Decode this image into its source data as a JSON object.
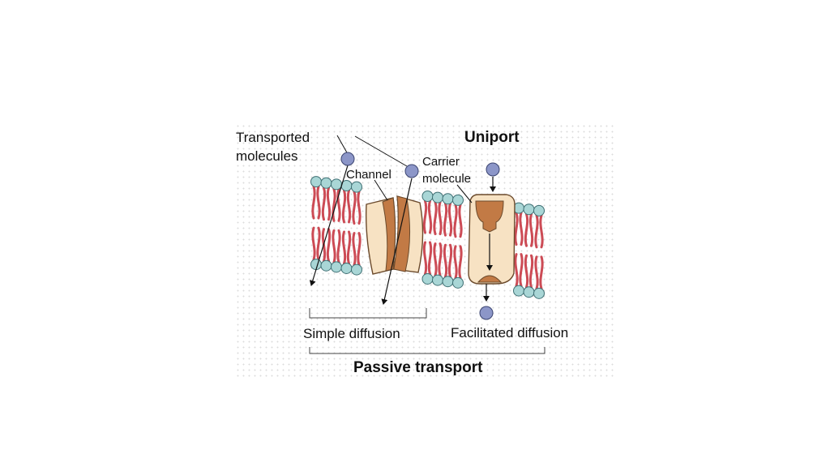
{
  "title": "Uniport",
  "labels": {
    "transported_line1": "Transported",
    "transported_line2": "molecules",
    "channel": "Channel",
    "carrier_line1": "Carrier",
    "carrier_line2": "molecule",
    "simple_diffusion": "Simple diffusion",
    "facilitated_diffusion": "Facilitated diffusion",
    "passive_transport": "Passive transport"
  },
  "colors": {
    "lipid_head": "#a9d6d6",
    "lipid_head_outline": "#3f6f73",
    "lipid_tail": "#cc4b55",
    "protein_light": "#f7e2c3",
    "protein_dark": "#c27a45",
    "molecule": "#8c96c8",
    "molecule_outline": "#3b4470"
  }
}
